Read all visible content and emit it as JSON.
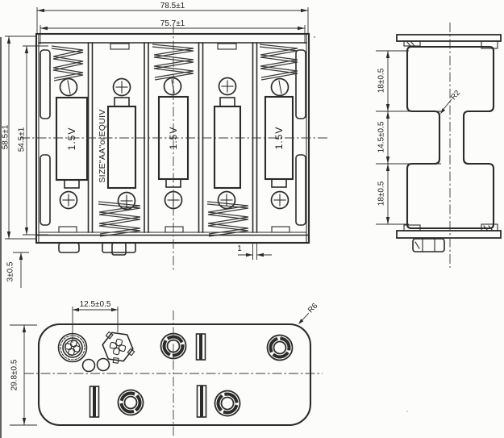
{
  "colors": {
    "line": "#2b2b2b",
    "background": "#fcfcfa"
  },
  "front_view": {
    "dims": {
      "width_outer": "78.5±1",
      "width_inner": "75.7±1",
      "height_outer": "58.5±1",
      "height_inner": "54.5±1",
      "foot_height": "3±0.5",
      "partition_thickness": "1"
    },
    "battery_label": "1.5V",
    "battery_size_label": "SIZE\"AA\"orEQUIV"
  },
  "side_view": {
    "dims": {
      "top_cell": "18±0.5",
      "middle": "14.5±0.5",
      "bottom_cell": "18±0.5"
    },
    "radius": "R2"
  },
  "bottom_view": {
    "dims": {
      "snap_spacing": "12.5±0.5",
      "height": "29.8±0.5"
    },
    "radius": "R6"
  }
}
